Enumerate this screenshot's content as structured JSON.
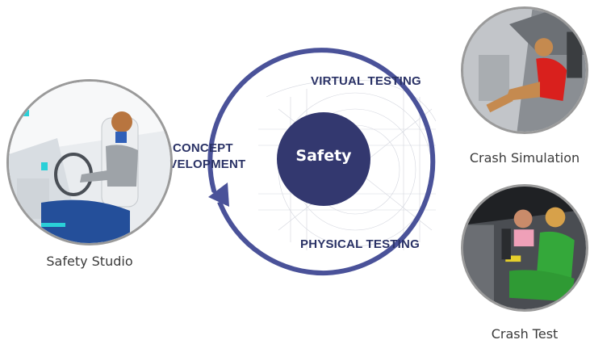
{
  "diagram": {
    "center_label": "Safety",
    "phases": {
      "virtual": "VIRTUAL TESTING",
      "concept_line1": "CONCEPT",
      "concept_line2": "DEVELOPMENT",
      "physical": "PHYSICAL TESTING"
    },
    "images": {
      "studio": "Safety Studio",
      "simulation": "Crash Simulation",
      "test": "Crash Test"
    }
  },
  "colors": {
    "navy": "#2f3470",
    "ring": "#4a5299",
    "text_dark": "#2a3266"
  }
}
